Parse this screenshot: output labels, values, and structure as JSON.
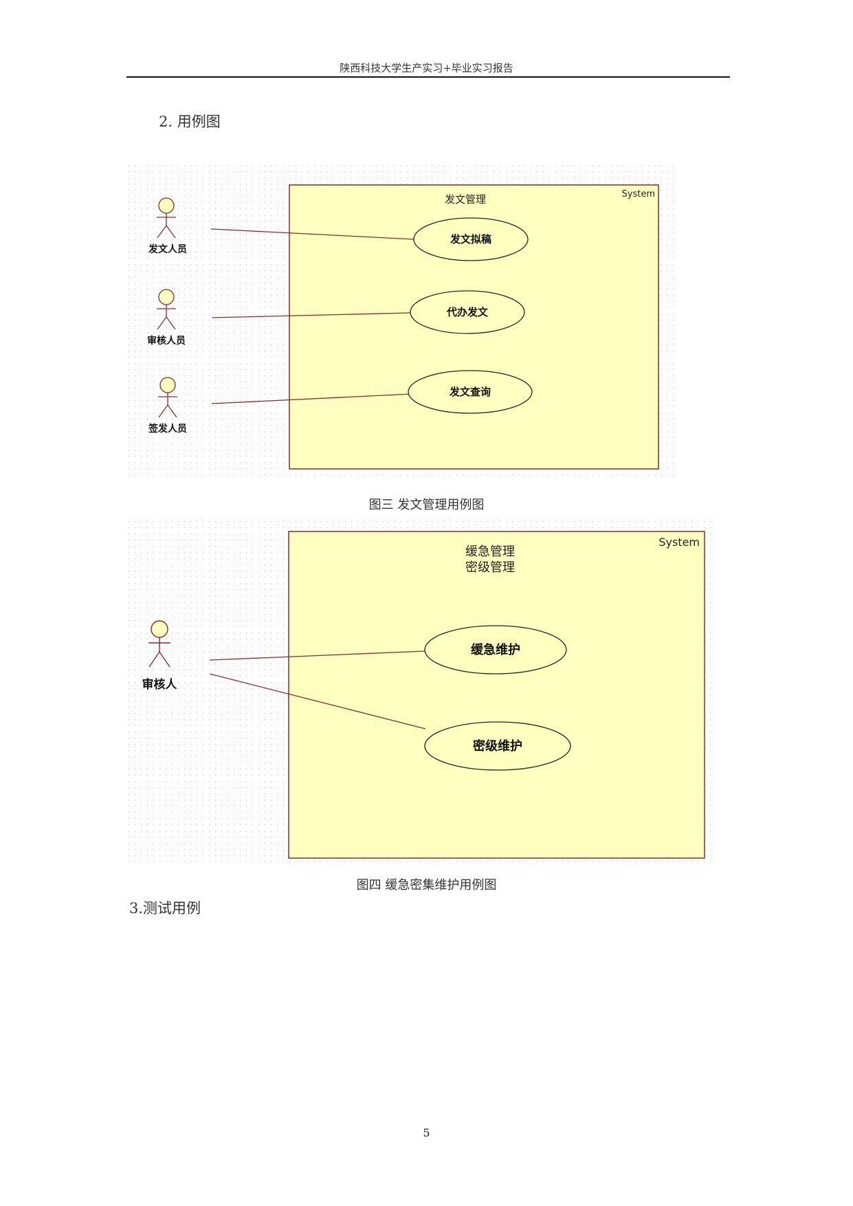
{
  "header": {
    "title": "陕西科技大学生产实习+毕业实习报告"
  },
  "sections": {
    "use_case": "2. 用例图",
    "test_case": "3.测试用例"
  },
  "figure1": {
    "system_label": "System",
    "system_title": "发文管理",
    "actors": [
      "发文人员",
      "审核人员",
      "签发人员"
    ],
    "use_cases": [
      "发文拟稿",
      "代办发文",
      "发文查询"
    ],
    "caption": "图三  发文管理用例图"
  },
  "figure2": {
    "system_label": "System",
    "system_title_line1": "缓急管理",
    "system_title_line2": "密级管理",
    "actor": "审核人",
    "use_cases": [
      "缓急维护",
      "密级维护"
    ],
    "caption": "图四  缓急密集维护用例图"
  },
  "page_number": "5",
  "colors": {
    "system_fill": "#FFFFC0",
    "system_stroke": "#8B2A2A",
    "actor_head_fill": "#FFFFC0",
    "line": "#8B2A2A"
  }
}
